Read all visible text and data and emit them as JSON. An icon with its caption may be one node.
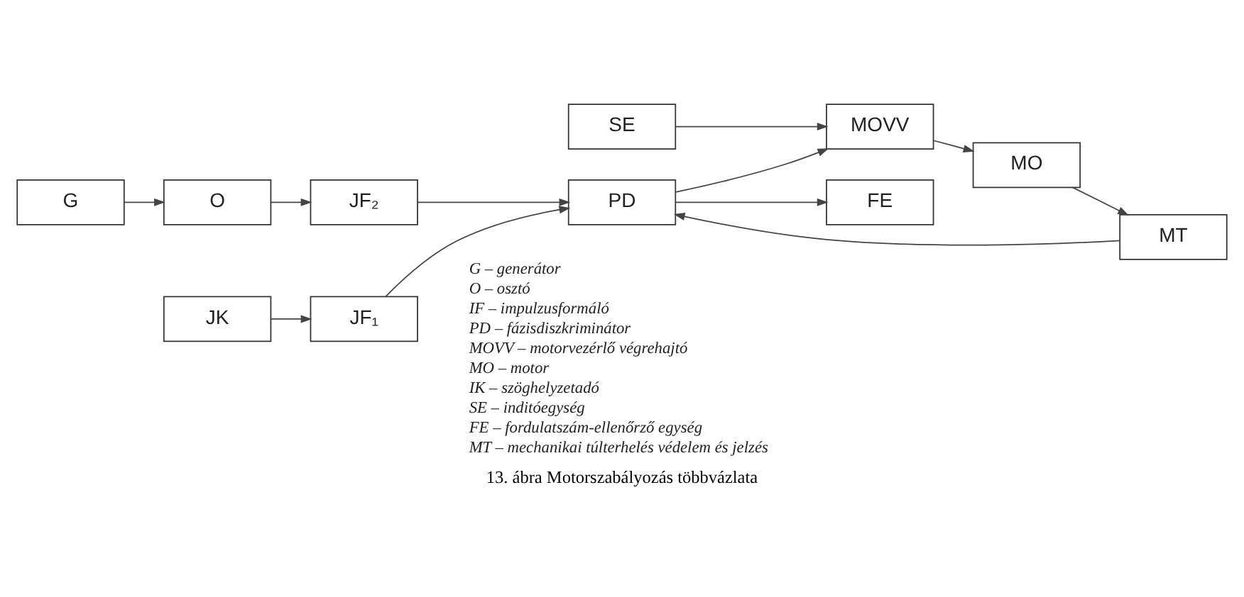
{
  "diagram": {
    "caption": "13. ábra Motorszabályozás többvázlata",
    "nodes": [
      {
        "text": [
          "JF₁"
        ]
      },
      {
        "text": [
          "G"
        ]
      },
      {
        "text": [
          "O"
        ]
      },
      {
        "text": [
          "JF₂"
        ]
      },
      {
        "text": [
          "PD"
        ]
      },
      {
        "text": [
          "MOVV"
        ]
      },
      {
        "text": [
          "MO"
        ]
      },
      {
        "text": [
          "JK"
        ]
      },
      {
        "text": [
          "SE"
        ]
      },
      {
        "text": [
          "FE"
        ]
      },
      {
        "text": [
          "MT"
        ]
      }
    ],
    "edges": [
      {
        "from": 1,
        "to": 2,
        "arrow": "to"
      },
      {
        "from": 2,
        "to": 3,
        "arrow": "to"
      },
      {
        "from": 7,
        "to": 0,
        "arrow": "to"
      },
      {
        "from": 0,
        "to": 4,
        "arrow": "to"
      },
      {
        "from": 3,
        "to": 4,
        "arrow": "to"
      },
      {
        "from": 10,
        "to": 4,
        "arrow": "to"
      },
      {
        "from": 4,
        "to": 5,
        "arrow": "to"
      },
      {
        "from": 4,
        "to": 9,
        "arrow": "to"
      },
      {
        "from": 8,
        "to": 5,
        "arrow": "to"
      },
      {
        "from": 5,
        "to": 6,
        "arrow": "to"
      },
      {
        "from": 6,
        "to": 10,
        "arrow": "to"
      }
    ],
    "labels": [
      "G – generátor",
      "O – osztó",
      "IF – impulzusformáló",
      "PD – fázisdiszkriminátor",
      "MOVV – motorvezérlő végrehajtó",
      "MO – motor",
      "IK – szöghelyzetadó",
      "SE – inditóegység",
      "FE – fordulatszám-ellenőrző egység",
      "MT – mechanikai túlterhelés védelem és jelzés"
    ]
  }
}
